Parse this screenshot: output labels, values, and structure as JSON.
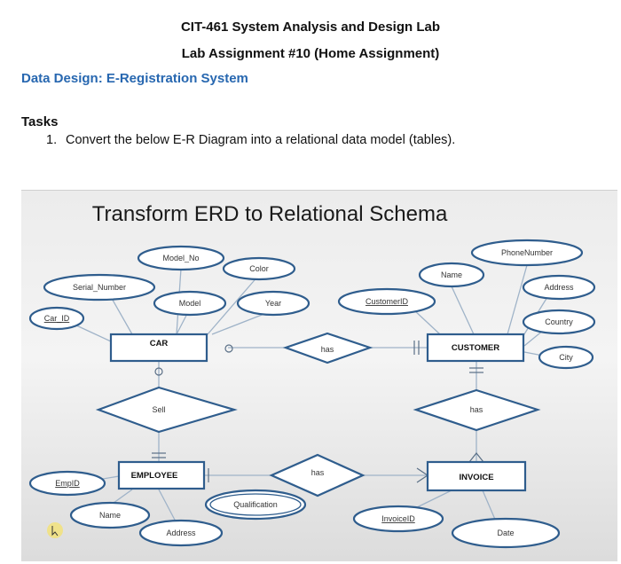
{
  "header": {
    "course_title": "CIT-461 System Analysis and Design Lab",
    "assignment_title": "Lab Assignment #10 (Home Assignment)",
    "section_title": "Data Design: E-Registration System",
    "colors": {
      "section": "#2767b0",
      "diagram_stroke": "#2f5d8d"
    }
  },
  "tasks": {
    "heading": "Tasks",
    "items": [
      {
        "number": "1.",
        "text": "Convert the below E-R Diagram into a relational data model (tables)."
      }
    ]
  },
  "diagram": {
    "title": "Transform ERD to Relational Schema",
    "entities": {
      "car": "CAR",
      "customer": "CUSTOMER",
      "employee": "EMPLOYEE",
      "invoice": "INVOICE"
    },
    "relationships": {
      "car_customer": "has",
      "car_employee": "Sell",
      "customer_invoice": "has",
      "employee_invoice": "has"
    },
    "attributes": {
      "model_no": "Model_No",
      "color": "Color",
      "serial_number": "Serial_Number",
      "model": "Model",
      "year": "Year",
      "car_id": "Car_ID",
      "customer_id": "CustomerID",
      "name_customer": "Name",
      "phone_number": "PhoneNumber",
      "address_customer": "Address",
      "country": "Country",
      "city": "City",
      "emp_id": "EmpID",
      "name_employee": "Name",
      "address_employee": "Address",
      "qualification": "Qualification",
      "invoice_id": "InvoiceID",
      "date": "Date"
    }
  }
}
